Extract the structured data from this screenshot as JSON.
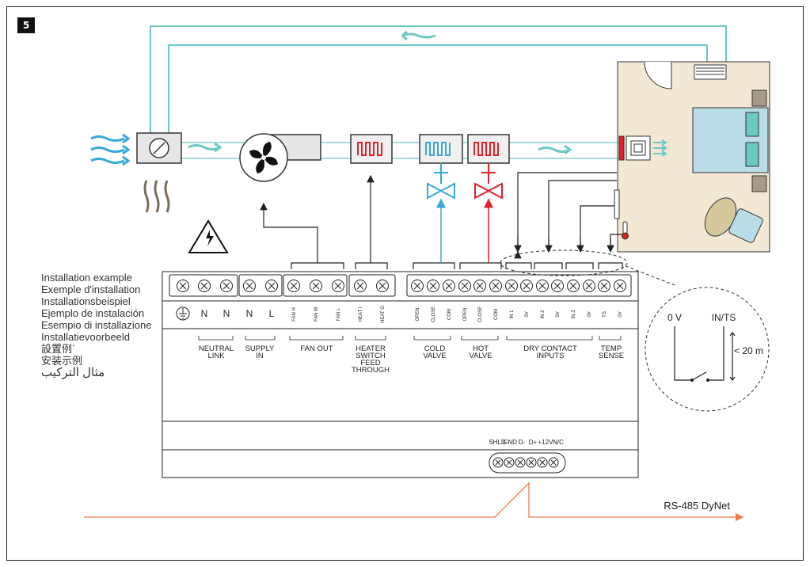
{
  "figure_number": "5",
  "install_labels": [
    "Installation example",
    "Exemple d'installation",
    "Installationsbeispiel",
    "Ejemplo de instalación",
    "Esempio di installazione",
    "Installatievoorbeeld",
    "設置例`",
    "安装示例",
    "مثال التركيب"
  ],
  "terminal_labels": [
    "N",
    "N",
    "N",
    "L",
    "FAN H",
    "FAN M",
    "FAN L",
    "HEAT I",
    "HEAT O",
    "OPEN",
    "CLOSE",
    "COM",
    "OPEN",
    "CLOSE",
    "COM",
    "IN 1",
    "0V",
    "IN 2",
    "0V",
    "IN 3",
    "0V",
    "TS",
    "0V"
  ],
  "groups": {
    "neutral_link": [
      "NEUTRAL",
      "LINK"
    ],
    "supply_in": [
      "SUPPLY",
      "IN"
    ],
    "fan_out": "FAN OUT",
    "heater": [
      "HEATER",
      "SWITCH",
      "FEED",
      "THROUGH"
    ],
    "cold_valve": [
      "COLD",
      "VALVE"
    ],
    "hot_valve": [
      "HOT",
      "VALVE"
    ],
    "dry_contact": [
      "DRY CONTACT",
      "INPUTS"
    ],
    "temp_sense": [
      "TEMP",
      "SENSE"
    ]
  },
  "bus_labels": [
    "SHLD",
    "GND",
    "D-",
    "D+",
    "+12V",
    "N/C"
  ],
  "detail": {
    "left": "0 V",
    "right": "IN/TS",
    "distance": "< 20 m"
  },
  "network_label": "RS-485 DyNet",
  "colors": {
    "air": "#6cc9c3",
    "hot": "#e0202a",
    "cold": "#36a9d8",
    "network": "#ee7b4f",
    "room": "#f3e8d4",
    "bed": "#b8dce8"
  }
}
